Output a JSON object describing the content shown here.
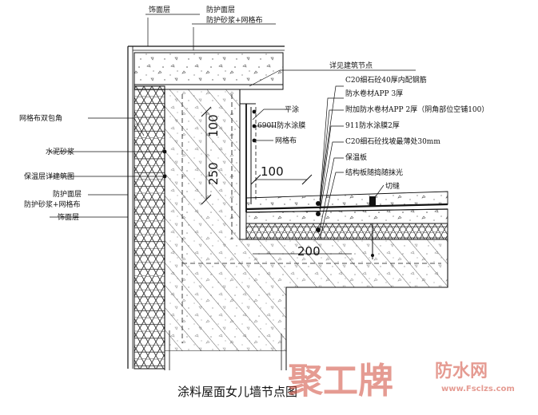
{
  "title": "涂料屋面女儿墙节点图",
  "labels_top": {
    "finish": "饰面层",
    "protect": "防护面层",
    "protect_mortar": "防护砂浆+网格布"
  },
  "labels_left": {
    "mesh_wrap": "网格布双包角",
    "cement_mortar": "水泥砂浆",
    "insulation": "保温层详建筑图",
    "protect": "防护面层",
    "protect_mortar": "防护砂浆+网格布",
    "finish": "饰面层"
  },
  "labels_inner": {
    "flat": "平涂",
    "coating": "690II防水涂膜",
    "mesh": "网格布"
  },
  "labels_right": {
    "detail": "详见建筑节点",
    "c20_40": "C20细石砼40厚内配钢筋",
    "membrane": "防水卷材APP 3厚",
    "add_membrane": "附加防水卷材APP 2厚（阴角部位空铺100）",
    "coat911": "911防水涂膜2厚",
    "slope": "C20细石砼找坡最薄处30mm",
    "insul_board": "保温板",
    "slab": "结构板随捣随抹光",
    "cut_joint": "切缝"
  },
  "dims": {
    "d250": "250",
    "d100": "100",
    "d200": "200",
    "d100b": "100"
  },
  "watermark": {
    "brand": "聚工牌",
    "site": "防水网",
    "url": "www.Fsclzs.com"
  }
}
